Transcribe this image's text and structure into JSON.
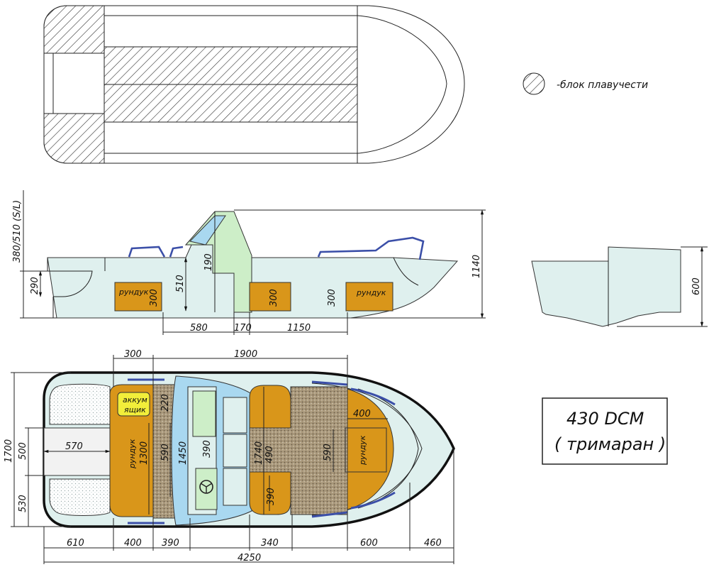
{
  "legend": {
    "text": "-блок плавучести"
  },
  "title_box": {
    "line1": "430 DCM",
    "line2": "( тримаран )"
  },
  "labels": {
    "storage": "рундук",
    "battery_line1": "аккум",
    "battery_line2": "ящик"
  },
  "side_view_dims": {
    "stern_height": "380/510 (S/L)",
    "transom_cutout": "290",
    "console_height": "510",
    "windshield": "190",
    "total_height": "1140",
    "box1_height": "300",
    "box2_height": "300",
    "box3_height": "300",
    "len_a": "580",
    "len_b": "170",
    "len_c": "1150"
  },
  "section_view_dims": {
    "height": "600"
  },
  "plan_view_dims": {
    "top_a": "300",
    "top_b": "1900",
    "beam": "1700",
    "side_upper": "500",
    "side_lower": "530",
    "cutout_len": "570",
    "seat_len": "1300",
    "seat_w": "590",
    "console_len": "1450",
    "windscreen": "390",
    "floor_len": "1740",
    "floor_w": "490",
    "front_seat_w": "390",
    "bow_seat_w": "590",
    "bow_seat_depth": "400",
    "bottom_a": "610",
    "bottom_b": "400",
    "bottom_c": "390",
    "bottom_d": "340",
    "bottom_e": "600",
    "bottom_f": "460",
    "total_len": "4250"
  },
  "colors": {
    "hull_fill": "#dff0ee",
    "seat_fill": "#d9961a",
    "deck_fill": "#a8977a",
    "console_green": "#cdeec8",
    "glass_blue": "#a9d8f0",
    "rail_blue": "#3b4fa8",
    "battery_yellow": "#f2ee3a"
  }
}
